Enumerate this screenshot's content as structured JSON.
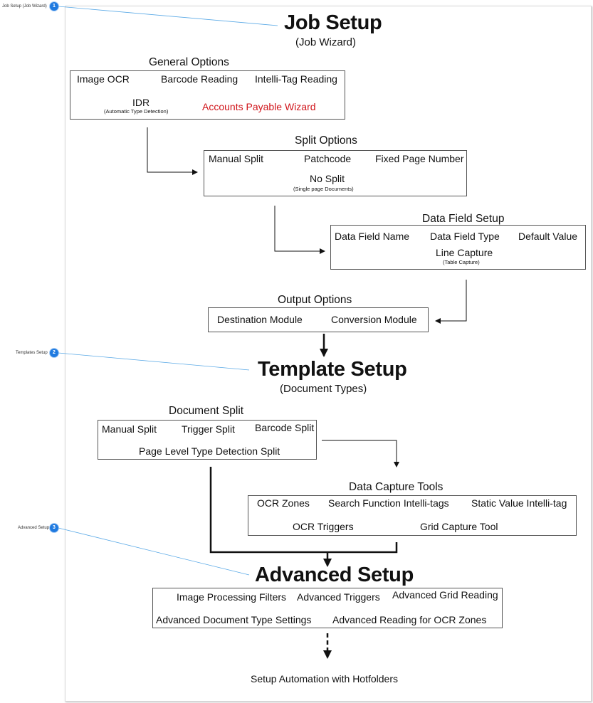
{
  "callouts": [
    {
      "number": "1",
      "text": "Job Setup (Job Wizard)"
    },
    {
      "number": "2",
      "text": "Templates Setup"
    },
    {
      "number": "3",
      "text": "Advanced Setup"
    }
  ],
  "job_setup": {
    "title": "Job Setup",
    "subtitle": "(Job Wizard)"
  },
  "general_options": {
    "label": "General Options",
    "items": [
      "Image OCR",
      "Barcode Reading",
      "Intelli-Tag Reading"
    ],
    "idr": "IDR",
    "idr_note": "(Automatic Type Detection)",
    "ap_wizard": "Accounts Payable Wizard"
  },
  "split_options": {
    "label": "Split Options",
    "items": [
      "Manual Split",
      "Patchcode",
      "Fixed Page Number"
    ],
    "no_split": "No Split",
    "no_split_note": "(Single page Documents)"
  },
  "data_field_setup": {
    "label": "Data Field Setup",
    "items": [
      "Data Field Name",
      "Data Field Type",
      "Default Value"
    ],
    "line_capture": "Line Capture",
    "line_capture_note": "(Table Capture)"
  },
  "output_options": {
    "label": "Output Options",
    "items": [
      "Destination Module",
      "Conversion Module"
    ]
  },
  "template_setup": {
    "title": "Template Setup",
    "subtitle": "(Document Types)"
  },
  "document_split": {
    "label": "Document Split",
    "items": [
      "Manual Split",
      "Trigger Split",
      "Barcode Split"
    ],
    "page_level": "Page Level Type Detection Split"
  },
  "data_capture_tools": {
    "label": "Data Capture Tools",
    "items": [
      "OCR Zones",
      "Search Function Intelli-tags",
      "Static Value Intelli-tag"
    ],
    "row2": [
      "OCR Triggers",
      "Grid Capture Tool"
    ]
  },
  "advanced_setup": {
    "title": "Advanced Setup",
    "items": [
      "Image Processing Filters",
      "Advanced Triggers",
      "Advanced Grid Reading"
    ],
    "row2": [
      "Advanced Document Type Settings",
      "Advanced Reading for OCR Zones"
    ]
  },
  "hotfolders": "Setup Automation with Hotfolders",
  "colors": {
    "accent_red": "#d0141a",
    "callout_blue": "#1f7ae0",
    "leader_line": "#5aa9e6"
  }
}
